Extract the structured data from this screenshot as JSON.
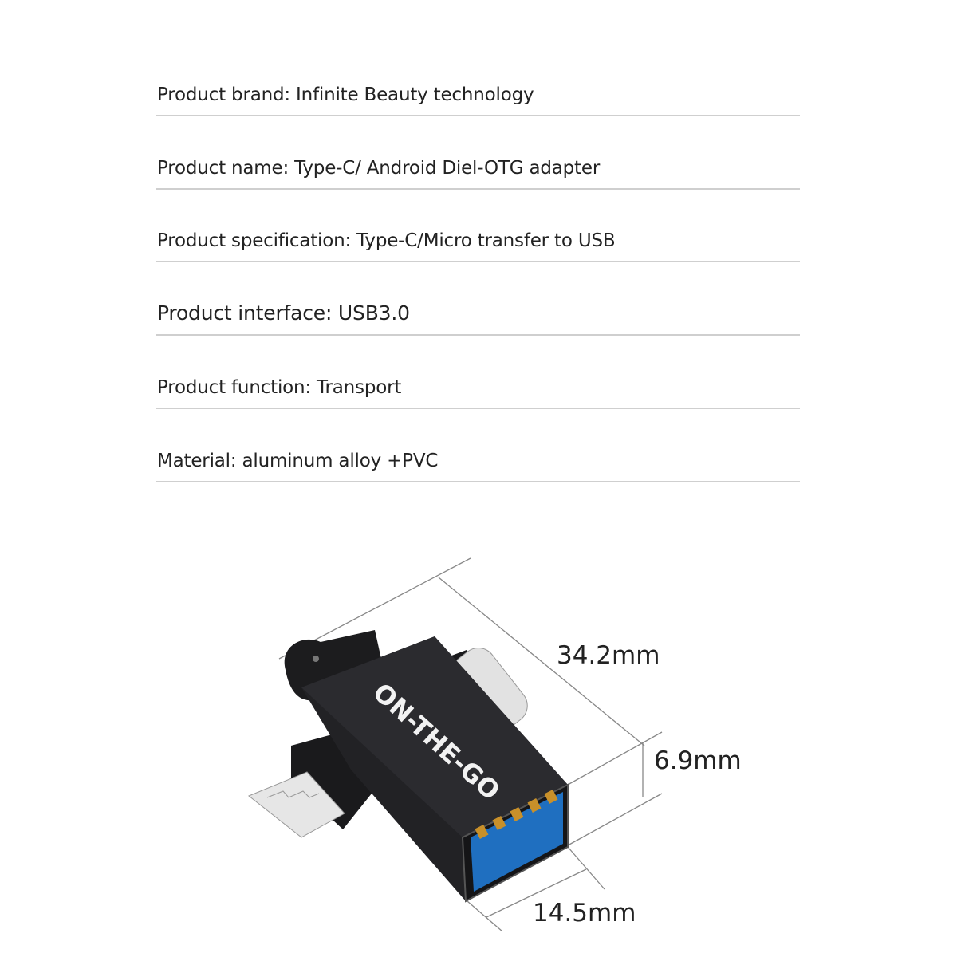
{
  "specs": [
    {
      "label": "Product brand: Infinite Beauty technology"
    },
    {
      "label": "Product name: Type-C/ Android Diel-OTG adapter"
    },
    {
      "label": "Product specification: Type-C/Micro transfer to USB"
    },
    {
      "label": "Product interface: USB3.0"
    },
    {
      "label": "Product function: Transport"
    },
    {
      "label": "Material: aluminum alloy +PVC"
    }
  ],
  "product": {
    "imprint": "ON-THE-GO",
    "dimensions": {
      "length": "34.2mm",
      "height": "6.9mm",
      "width": "14.5mm"
    },
    "colors": {
      "body": "#1e1e20",
      "port": "#1f6fc0",
      "pins": "#c8902a",
      "metal": "#d8d8d8"
    }
  }
}
